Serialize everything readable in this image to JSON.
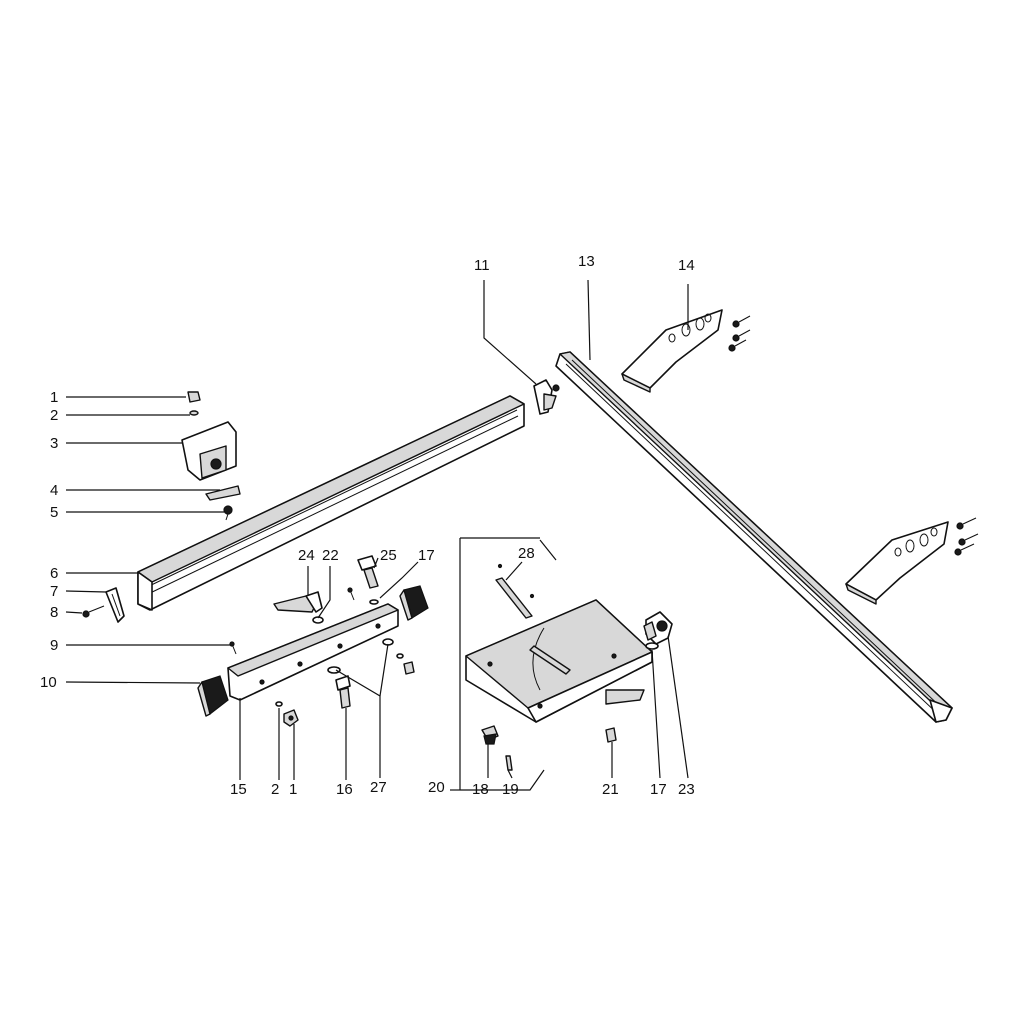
{
  "callouts": {
    "c1_top": "1",
    "c2_top": "2",
    "c3": "3",
    "c4": "4",
    "c5": "5",
    "c6": "6",
    "c7": "7",
    "c8": "8",
    "c9": "9",
    "c10": "10",
    "c11": "11",
    "c13": "13",
    "c14": "14",
    "c15": "15",
    "c2_bottom": "2",
    "c1_bottom": "1",
    "c16": "16",
    "c27": "27",
    "c24": "24",
    "c22": "22",
    "c25": "25",
    "c17_top": "17",
    "c28": "28",
    "c20": "20",
    "c18": "18",
    "c19": "19",
    "c21": "21",
    "c17_bottom": "17",
    "c23": "23"
  }
}
